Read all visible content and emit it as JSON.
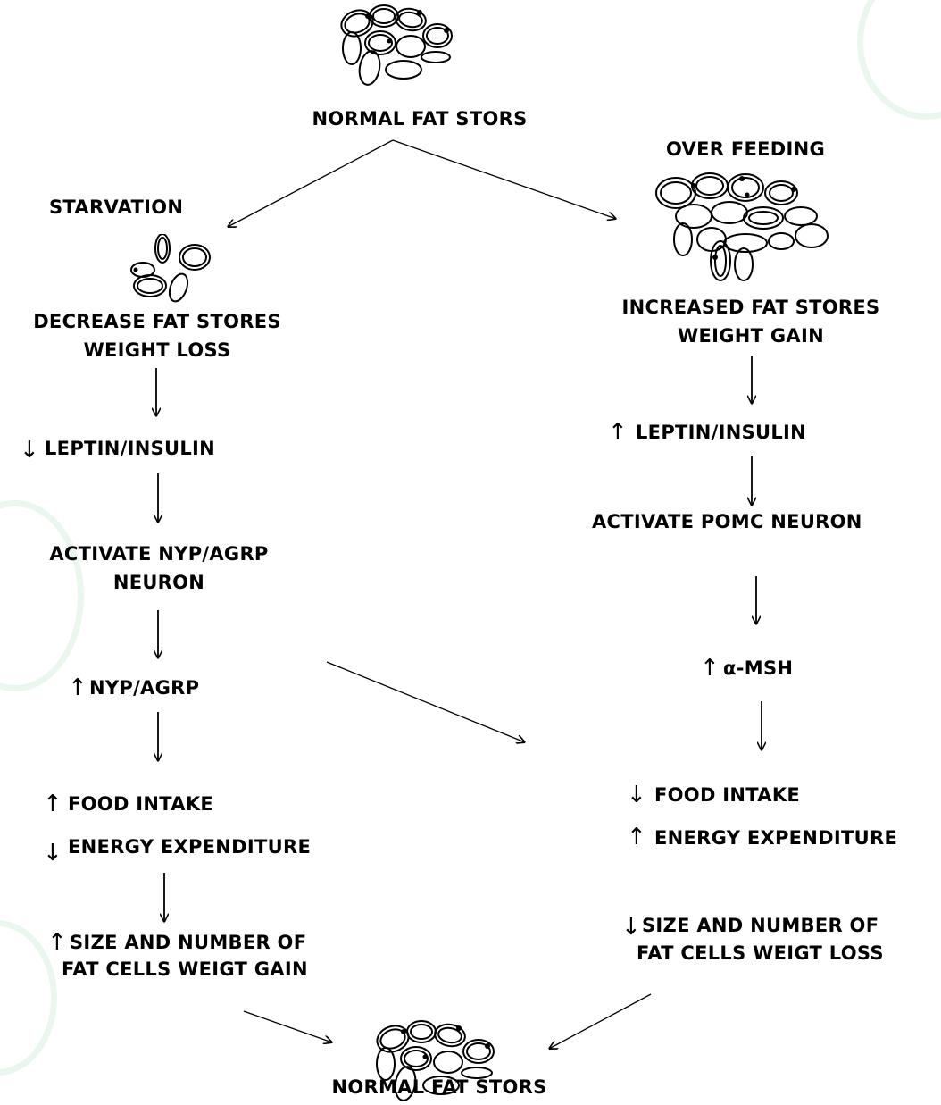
{
  "nodes": {
    "top_label": "NORMAL FAT STORS",
    "starvation": "STARVATION",
    "overfeeding": "OVER FEEDING",
    "decrease_line1": "DECREASE FAT STORES",
    "decrease_line2": "WEIGHT LOSS",
    "increase_line1": "INCREASED FAT STORES",
    "increase_line2": "WEIGHT GAIN",
    "left_leptin": "LEPTIN/INSULIN",
    "right_leptin": "LEPTIN/INSULIN",
    "activate_npy_line1": "ACTIVATE NYP/AGRP",
    "activate_npy_line2": "NEURON",
    "activate_pomc": "ACTIVATE POMC NEURON",
    "npy_agrp": "NYP/AGRP",
    "alpha_msh": "α-MSH",
    "left_food": "FOOD INTAKE",
    "left_energy": "ENERGY EXPENDITURE",
    "right_food": "FOOD INTAKE",
    "right_energy": "ENERGY EXPENDITURE",
    "left_size_line1": "SIZE AND NUMBER OF",
    "left_size_line2": "FAT CELLS WEIGT GAIN",
    "right_size_line1": "SIZE AND NUMBER OF",
    "right_size_line2": "FAT CELLS WEIGT LOSS",
    "bottom_label": "NORMAL FAT STORS"
  },
  "markers": {
    "up": "↑",
    "down": "↓"
  },
  "colors": {
    "ink": "#000000",
    "background": "#ffffff",
    "watermark": "#eaf7ee"
  }
}
